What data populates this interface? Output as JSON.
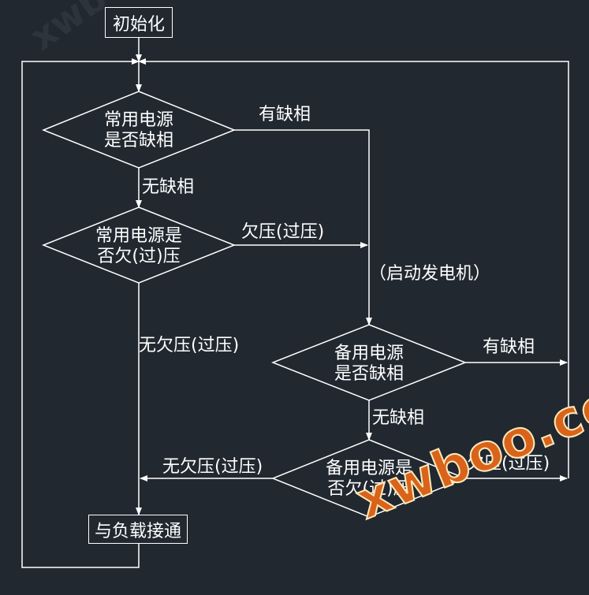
{
  "nodes": {
    "init": "初始化",
    "main_phase_check": "常用电源\n是否缺相",
    "main_voltage_check": "常用电源是\n否欠(过)压",
    "backup_phase_check": "备用电源\n是否缺相",
    "backup_voltage_check": "备用电源是\n否欠(过)压",
    "connect_load": "与负载接通"
  },
  "edge_labels": {
    "main_phase_yes": "有缺相",
    "main_phase_no": "无缺相",
    "main_voltage_yes": "欠压(过压)",
    "start_generator": "（启动发电机）",
    "main_voltage_no": "无欠压(过压)",
    "backup_phase_yes": "有缺相",
    "backup_phase_no": "无缺相",
    "backup_voltage_no": "无欠压(过压)",
    "backup_voltage_yes": "欠压(过压)"
  },
  "watermark": {
    "main": "xwboo.com",
    "faint": "xwboo.com"
  },
  "colors": {
    "background": "#212830",
    "line": "#ffffff",
    "watermark": "#d9631b"
  }
}
